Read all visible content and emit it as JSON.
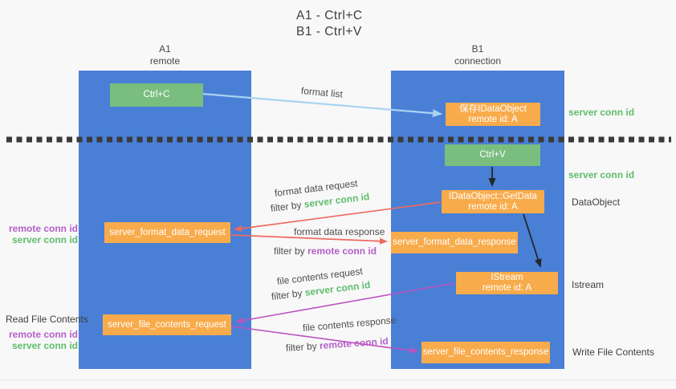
{
  "colors": {
    "lifeline_blue": "#4a7fd6",
    "box_green": "#7abe7f",
    "box_orange": "#f8ab4b",
    "text_green": "#5fbd6a",
    "text_purple": "#b45fc8",
    "arrow_red": "#ed6a60",
    "arrow_blue": "#a9d3f1",
    "arrow_purple": "#bc53c0",
    "arrow_black": "#262626"
  },
  "title": {
    "line1": "A1 - Ctrl+C",
    "line2": "B1 - Ctrl+V"
  },
  "lifelines": {
    "left": {
      "id": "A1",
      "role": "remote"
    },
    "right": {
      "id": "B1",
      "role": "connection"
    }
  },
  "nodes": {
    "ctrl_c": {
      "label": "Ctrl+C"
    },
    "save_idataobject": {
      "line1": "保存IDataObject",
      "line2": "remote id: A"
    },
    "ctrl_v": {
      "label": "Ctrl+V"
    },
    "getdata": {
      "line1": "IDataObject::GetData",
      "line2": "remote id: A"
    },
    "format_request": {
      "label": "server_format_data_request"
    },
    "format_response": {
      "label": "server_format_data_response"
    },
    "istream": {
      "line1": "IStream",
      "line2": "remote id: A"
    },
    "file_request": {
      "label": "server_file_contents_request"
    },
    "file_response": {
      "label": "server_file_contents_response"
    }
  },
  "edges": {
    "format_list": {
      "label": "format list"
    },
    "format_data_request": {
      "label": "format data request",
      "filter_prefix": "filter by ",
      "filter_key": "server conn id"
    },
    "format_data_response": {
      "label": "format data response",
      "filter_prefix": "filter by ",
      "filter_key": "remote conn id"
    },
    "file_contents_request": {
      "label": "file contents request",
      "filter_prefix": "filter by ",
      "filter_key": "server conn id"
    },
    "file_contents_response": {
      "label": "file contents response",
      "filter_prefix": "filter by ",
      "filter_key": "remote conn id"
    }
  },
  "annotations": {
    "server_conn_id_save": "server conn id",
    "server_conn_id_paste": "server conn id",
    "dataobject": "DataObject",
    "istream": "Istream",
    "write_file_contents": "Write File Contents",
    "read_file_contents": "Read File Contents",
    "format_remote_conn_id": "remote conn id",
    "format_server_conn_id": "server conn id",
    "file_remote_conn_id": "remote conn id",
    "file_server_conn_id": "server conn id"
  }
}
